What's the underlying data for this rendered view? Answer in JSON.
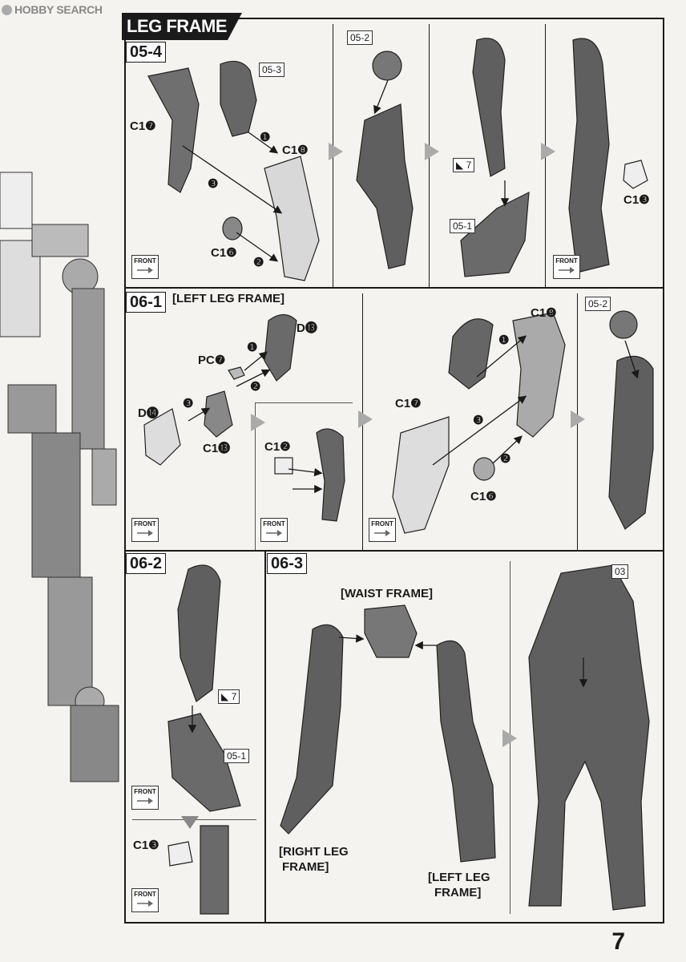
{
  "header": {
    "brand": "HOBBY SEARCH"
  },
  "title": "LEG FRAME",
  "steps": {
    "s054": "05-4",
    "s061": "06-1",
    "s062": "06-2",
    "s063": "06-3"
  },
  "sections": {
    "left_leg_frame": "[LEFT LEG FRAME]",
    "waist_frame": "[WAIST FRAME]",
    "right_leg_frame_l1": "[RIGHT LEG",
    "right_leg_frame_l2": "FRAME]",
    "left_leg_frame_l1": "[LEFT LEG",
    "left_leg_frame_l2": "FRAME]"
  },
  "refs": {
    "r053": "05-3",
    "r052a": "05-2",
    "r051a": "05-1",
    "r052b": "05-2",
    "r051b": "05-1",
    "r03": "03"
  },
  "parts": {
    "a_c17": "C1❼",
    "a_c18": "C1❽",
    "a_c16": "C1❻",
    "a_c13": "C1❸",
    "b_d13": "D⓭",
    "b_pc7": "PC❼",
    "b_d14": "D⓮",
    "b_c113": "C1⓭",
    "b_c12": "C1❷",
    "b_c18": "C1❽",
    "b_c17": "C1❼",
    "b_c16": "C1❻",
    "c_c13": "C1❸"
  },
  "order": [
    "❶",
    "❷",
    "❸"
  ],
  "glue_num": "7",
  "front_label": "FRONT",
  "page_number": "7"
}
